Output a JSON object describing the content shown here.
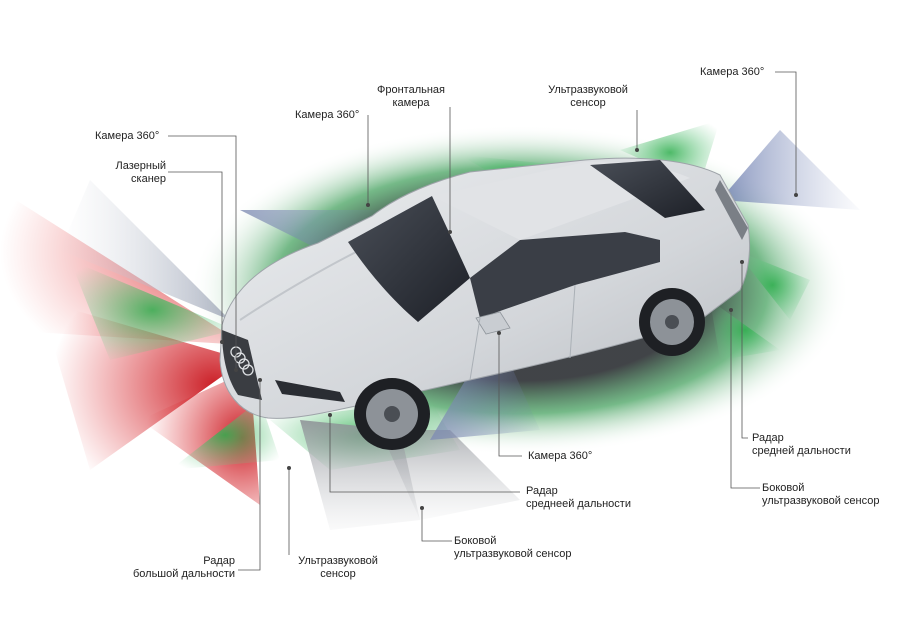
{
  "labels": {
    "front_camera": "Фронтальная\nкамера",
    "ultrasonic_top": "Ультразвуковой\nсенсор",
    "camera_360_topright": "Камера 360°",
    "camera_360_top": "Камера 360°",
    "camera_360_left": "Камера 360°",
    "laser_scanner": "Лазерный\nсканер",
    "camera_360_mirror": "Камера 360°",
    "radar_mid_rear": "Радар\nсредней дальности",
    "side_ultrasonic_rear": "Боковой\nультразвуковой сенсор",
    "radar_mid_front": "Радар\nсреднеей дальности",
    "side_ultrasonic_front": "Боковой\nультразвуковой сенсор",
    "radar_long": "Радар\nбольшой дальности",
    "ultrasonic_bottom": "Ультразвуковой\nсенсор"
  },
  "colors": {
    "radar_long_range": "#d4242a",
    "ultrasonic": "#3fb65a",
    "camera": "#7f8cb3",
    "laser": "#b9bfc9",
    "car_body": "#d7d9dc"
  }
}
